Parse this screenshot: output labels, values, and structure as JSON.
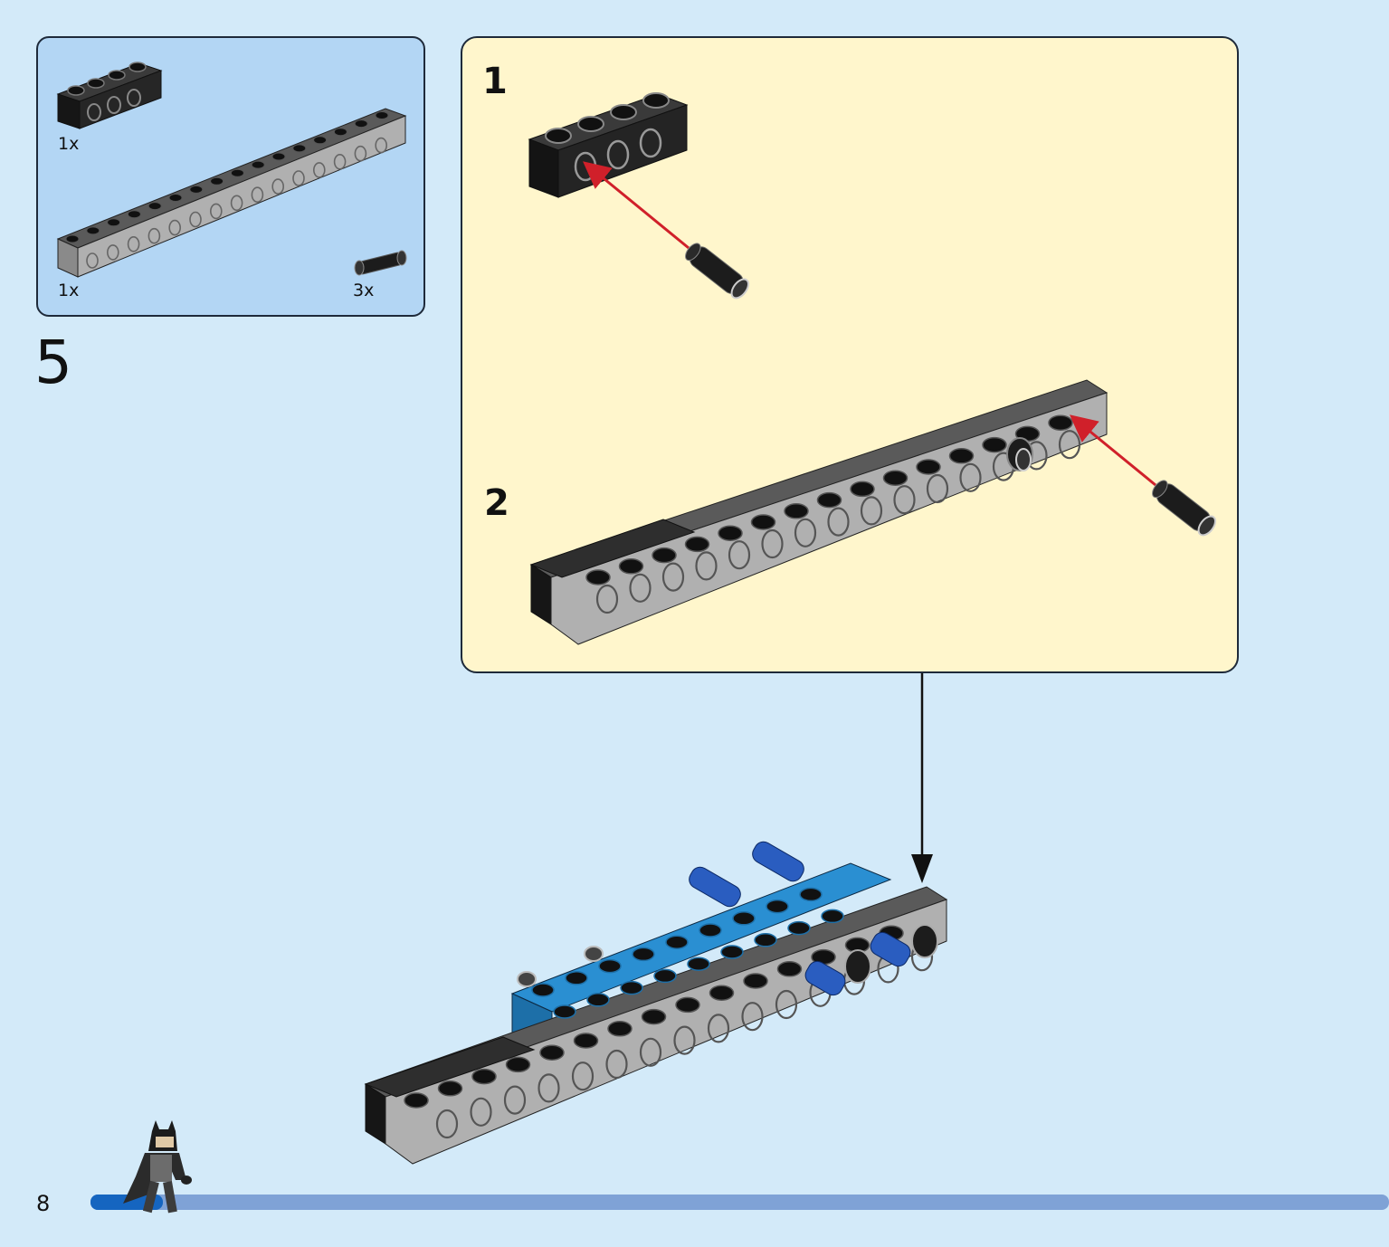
{
  "parts_list": {
    "items": [
      {
        "name": "black-technic-brick-1x4",
        "qty": "1x"
      },
      {
        "name": "gray-technic-brick-1x16",
        "qty": "1x"
      },
      {
        "name": "black-friction-pin",
        "qty": "3x"
      }
    ]
  },
  "step": {
    "number": "5"
  },
  "sub_steps": [
    {
      "number": "1"
    },
    {
      "number": "2"
    }
  ],
  "page": {
    "number": "8"
  },
  "colors": {
    "page_background": "#d3eaf9",
    "parts_panel": "#b3d6f4",
    "sub_panel": "#fff6cc",
    "arrow_red": "#d0202a",
    "progress_bar": "#7fa2d6",
    "progress_fill": "#1565c0",
    "brick_black": "#1c1c1c",
    "brick_gray": "#a8a8a8",
    "brick_blue": "#1d86c8",
    "pin_blue": "#2a5dc0"
  },
  "icons": [
    "batman-minifigure-icon"
  ]
}
